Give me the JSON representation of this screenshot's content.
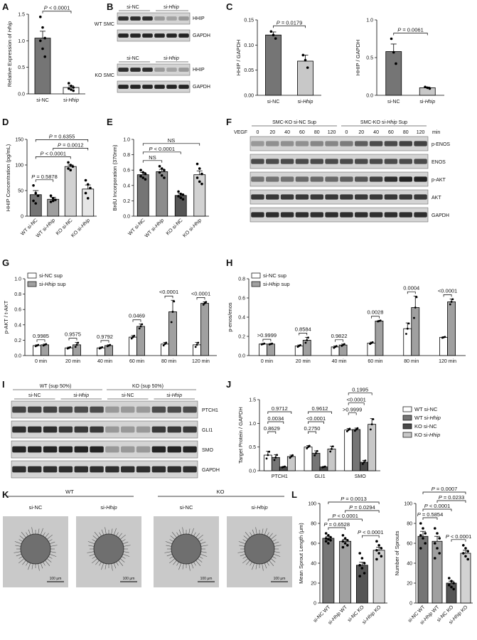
{
  "chart_data": [
    {
      "id": "A",
      "type": "bar",
      "panel": "A",
      "ylabel": "Relative Expression of Hhip",
      "ylim": [
        0,
        1.5
      ],
      "yticks": [
        0.0,
        0.5,
        1.0,
        1.5
      ],
      "categories": [
        "si-NC",
        "si-Hhip"
      ],
      "values": [
        1.05,
        0.12
      ],
      "errors": [
        0.13,
        0.03
      ],
      "points": [
        [
          1.45,
          1.25,
          1.05,
          1.0,
          0.85,
          0.7
        ],
        [
          0.2,
          0.15,
          0.12,
          0.1,
          0.08,
          0.06
        ]
      ],
      "pvalues": [
        {
          "a": 0,
          "b": 1,
          "text": "P < 0.0001"
        }
      ],
      "colors": [
        "#757575",
        "#ffffff"
      ]
    },
    {
      "id": "C1",
      "type": "bar",
      "panel": "C",
      "ylabel": "HHIP / GAPDH",
      "ylim": [
        0,
        0.15
      ],
      "yticks": [
        0.0,
        0.05,
        0.1,
        0.15
      ],
      "categories": [
        "si-NC",
        "si-Hhip"
      ],
      "values": [
        0.12,
        0.068
      ],
      "errors": [
        0.006,
        0.012
      ],
      "points": [
        [
          0.127,
          0.12,
          0.113
        ],
        [
          0.08,
          0.07,
          0.055
        ]
      ],
      "pvalues": [
        {
          "a": 0,
          "b": 1,
          "text": "P = 0.0179"
        }
      ],
      "colors": [
        "#757575",
        "#c8c8c8"
      ]
    },
    {
      "id": "C2",
      "type": "bar",
      "panel": "",
      "ylabel": "HHIP / GAPDH",
      "ylim": [
        0,
        1.0
      ],
      "yticks": [
        0.0,
        0.5,
        1.0
      ],
      "categories": [
        "si-NC",
        "si-Hhip"
      ],
      "values": [
        0.58,
        0.1
      ],
      "errors": [
        0.1,
        0.01
      ],
      "points": [
        [
          0.75,
          0.57,
          0.42
        ],
        [
          0.11,
          0.1,
          0.09
        ]
      ],
      "pvalues": [
        {
          "a": 0,
          "b": 1,
          "text": "P = 0.0061"
        }
      ],
      "colors": [
        "#757575",
        "#c8c8c8"
      ]
    },
    {
      "id": "D",
      "type": "bar",
      "panel": "D",
      "ylabel": "HHIP Concentration (pg/mL)",
      "ylim": [
        0,
        150
      ],
      "yticks": [
        0,
        50,
        100,
        150
      ],
      "categories": [
        "WT si-NC",
        "WT si-Hhip",
        "KO si-NC",
        "KO si-Hhip"
      ],
      "values": [
        42,
        33,
        97,
        53
      ],
      "errors": [
        8,
        4,
        3,
        8
      ],
      "points": [
        [
          60,
          45,
          40,
          30,
          25
        ],
        [
          40,
          35,
          32,
          28,
          30
        ],
        [
          105,
          100,
          97,
          93,
          90
        ],
        [
          70,
          62,
          55,
          45,
          35
        ]
      ],
      "pvalues": [
        {
          "a": 0,
          "b": 1,
          "text": "P = 0.5878"
        },
        {
          "a": 0,
          "b": 2,
          "text": "P < 0.0001"
        },
        {
          "a": 0,
          "b": 3,
          "text": "P = 0.6355"
        },
        {
          "a": 1,
          "b": 3,
          "text": "P = 0.0012"
        }
      ],
      "colors": [
        "#757575",
        "#9e9e9e",
        "#d2d2d2",
        "#e6e6e6"
      ]
    },
    {
      "id": "E",
      "type": "bar",
      "panel": "E",
      "ylabel": "BrdU Incorporation (370nm)",
      "ylim": [
        0,
        1.0
      ],
      "yticks": [
        0.0,
        0.2,
        0.4,
        0.6,
        0.8,
        1.0
      ],
      "categories": [
        "WT si-NC",
        "WT si-Hhip",
        "KO si-NC",
        "KO si-Hhip"
      ],
      "values": [
        0.54,
        0.58,
        0.27,
        0.54
      ],
      "errors": [
        0.03,
        0.03,
        0.02,
        0.05
      ],
      "points": [
        [
          0.6,
          0.57,
          0.55,
          0.52,
          0.5,
          0.48
        ],
        [
          0.65,
          0.62,
          0.6,
          0.57,
          0.53,
          0.5
        ],
        [
          0.32,
          0.29,
          0.28,
          0.26,
          0.24,
          0.22
        ],
        [
          0.68,
          0.62,
          0.55,
          0.5,
          0.45,
          0.42
        ]
      ],
      "pvalues": [
        {
          "a": 0,
          "b": 1,
          "text": "NS"
        },
        {
          "a": 0,
          "b": 2,
          "text": "P < 0.0001"
        },
        {
          "a": 0,
          "b": 3,
          "text": "NS"
        }
      ],
      "colors": [
        "#757575",
        "#8c8c8c",
        "#555555",
        "#d2d2d2"
      ]
    },
    {
      "id": "G",
      "type": "grouped_bar",
      "panel": "G",
      "ylabel": "p-AKT / t-AKT",
      "ylim": [
        0,
        1.0
      ],
      "yticks": [
        0.0,
        0.2,
        0.4,
        0.6,
        0.8,
        1.0
      ],
      "categories": [
        "0 min",
        "20 min",
        "40 min",
        "60 min",
        "80 min",
        "120 min"
      ],
      "series": [
        {
          "name": "si-NC sup",
          "values": [
            0.13,
            0.1,
            0.1,
            0.24,
            0.15,
            0.14
          ],
          "errors": [
            0.01,
            0.01,
            0.01,
            0.02,
            0.02,
            0.03
          ],
          "color": "#ffffff"
        },
        {
          "name": "si-Hhip sup",
          "values": [
            0.14,
            0.14,
            0.13,
            0.38,
            0.57,
            0.68
          ],
          "errors": [
            0.01,
            0.03,
            0.01,
            0.03,
            0.15,
            0.02
          ],
          "color": "#a0a0a0"
        }
      ],
      "pvalues": [
        "0.9985",
        "0.9575",
        "0.9792",
        "0.0469",
        "<0.0001",
        "<0.0001"
      ]
    },
    {
      "id": "H",
      "type": "grouped_bar",
      "panel": "H",
      "ylabel": "p-enos/enos",
      "ylim": [
        0,
        0.8
      ],
      "yticks": [
        0.0,
        0.2,
        0.4,
        0.6,
        0.8
      ],
      "categories": [
        "0 min",
        "20 min",
        "40 min",
        "60 min",
        "80 min",
        "120 min"
      ],
      "series": [
        {
          "name": "si-NC sup",
          "values": [
            0.12,
            0.1,
            0.09,
            0.13,
            0.28,
            0.19
          ],
          "errors": [
            0.005,
            0.01,
            0.01,
            0.01,
            0.06,
            0.005
          ],
          "color": "#ffffff"
        },
        {
          "name": "si-Hhip sup",
          "values": [
            0.12,
            0.16,
            0.11,
            0.36,
            0.5,
            0.56
          ],
          "errors": [
            0.005,
            0.03,
            0.01,
            0.005,
            0.12,
            0.03
          ],
          "color": "#a0a0a0"
        }
      ],
      "pvalues": [
        ">0.9999",
        "0.8584",
        "0.9822",
        "0.0028",
        "0.0004",
        "<0.0001"
      ]
    },
    {
      "id": "J",
      "type": "grouped_bar",
      "panel": "J",
      "ylabel": "Target Protein / GAPDH",
      "ylim": [
        0,
        1.5
      ],
      "yticks": [
        0.0,
        0.5,
        1.0,
        1.5
      ],
      "categories": [
        "PTCH1",
        "GLI1",
        "SMO"
      ],
      "series": [
        {
          "name": "WT si-NC",
          "values": [
            0.33,
            0.5,
            0.86
          ],
          "errors": [
            0.08,
            0.03,
            0.03
          ],
          "color": "#ffffff"
        },
        {
          "name": "WT si-Hhip",
          "values": [
            0.28,
            0.37,
            0.87
          ],
          "errors": [
            0.06,
            0.05,
            0.03
          ],
          "color": "#757575"
        },
        {
          "name": "KO si-NC",
          "values": [
            0.08,
            0.08,
            0.18
          ],
          "errors": [
            0.01,
            0.01,
            0.04
          ],
          "color": "#4a4a4a"
        },
        {
          "name": "KO si-Hhip",
          "values": [
            0.3,
            0.46,
            0.98
          ],
          "errors": [
            0.03,
            0.06,
            0.12
          ],
          "color": "#c8c8c8"
        }
      ],
      "pvalues": [
        [
          "0.8629",
          "0.0034",
          "0.9712"
        ],
        [
          "0.2750",
          "<0.0001",
          "0.9612"
        ],
        [
          ">0.9999",
          "<0.0001",
          "0.1995"
        ]
      ]
    },
    {
      "id": "L1",
      "type": "bar",
      "panel": "L",
      "ylabel": "Mean Sprout Length (μm)",
      "ylim": [
        0,
        100
      ],
      "yticks": [
        0,
        20,
        40,
        60,
        80,
        100
      ],
      "categories": [
        "si-NC WT",
        "si-Hhip WT",
        "si-NC KO",
        "si-Hhip KO"
      ],
      "values": [
        65,
        62,
        38,
        53
      ],
      "errors": [
        2,
        2,
        3,
        3
      ],
      "points": [
        [
          70,
          68,
          66,
          65,
          64,
          63,
          62,
          60
        ],
        [
          68,
          65,
          63,
          62,
          60,
          58,
          56
        ],
        [
          50,
          45,
          40,
          38,
          35,
          30,
          27
        ],
        [
          62,
          58,
          55,
          53,
          50,
          47,
          44
        ]
      ],
      "pvalues": [
        {
          "a": 0,
          "b": 1,
          "text": "P = 0.6528"
        },
        {
          "a": 0,
          "b": 2,
          "text": "P < 0.0001"
        },
        {
          "a": 2,
          "b": 3,
          "text": "P < 0.0001"
        },
        {
          "a": 1,
          "b": 3,
          "text": "P = 0.0294"
        },
        {
          "a": 0,
          "b": 3,
          "text": "P = 0.0013"
        }
      ],
      "colors": [
        "#757575",
        "#a0a0a0",
        "#555555",
        "#d2d2d2"
      ]
    },
    {
      "id": "L2",
      "type": "bar",
      "panel": "",
      "ylabel": "Number of Sprouts",
      "ylim": [
        0,
        100
      ],
      "yticks": [
        0,
        20,
        40,
        60,
        80,
        100
      ],
      "categories": [
        "si-NC WT",
        "si-Hhip WT",
        "si-NC KO",
        "si-Hhip KO"
      ],
      "values": [
        67,
        62,
        20,
        50
      ],
      "errors": [
        5,
        5,
        2,
        3
      ],
      "points": [
        [
          80,
          75,
          70,
          68,
          65,
          60,
          55
        ],
        [
          75,
          70,
          65,
          60,
          55,
          50,
          45
        ],
        [
          25,
          22,
          20,
          18,
          16,
          14
        ],
        [
          58,
          55,
          52,
          50,
          47,
          44
        ]
      ],
      "pvalues": [
        {
          "a": 0,
          "b": 1,
          "text": "P = 0.5854"
        },
        {
          "a": 0,
          "b": 2,
          "text": "P < 0.0001"
        },
        {
          "a": 2,
          "b": 3,
          "text": "P < 0.0001"
        },
        {
          "a": 1,
          "b": 3,
          "text": "P = 0.0233"
        },
        {
          "a": 0,
          "b": 3,
          "text": "P = 0.0007"
        }
      ],
      "colors": [
        "#757575",
        "#a0a0a0",
        "#555555",
        "#d2d2d2"
      ]
    }
  ],
  "blots": {
    "B": {
      "panel": "B",
      "rows": [
        {
          "cond": [
            "si-NC",
            "si-Hhip"
          ],
          "side": "WT SMC",
          "bands": [
            "HHIP",
            "GAPDH"
          ]
        },
        {
          "cond": [
            "si-NC",
            "si-Hhip"
          ],
          "side": "KO SMC",
          "bands": [
            "HHIP",
            "GAPDH"
          ]
        }
      ]
    },
    "F": {
      "panel": "F",
      "header": [
        "SMC-KO si-NC Sup",
        "SMC-KO si-Hhip Sup"
      ],
      "vegf": "VEGF",
      "times": [
        "0",
        "20",
        "40",
        "60",
        "80",
        "120",
        "0",
        "20",
        "40",
        "60",
        "80",
        "120"
      ],
      "unit": "min",
      "bands": [
        "p-ENOS",
        "ENOS",
        "p-AKT",
        "AKT",
        "GAPDH"
      ]
    },
    "I": {
      "panel": "I",
      "header": [
        "WT (sup 50%)",
        "KO (sup 50%)"
      ],
      "cond": [
        "si-NC",
        "si-Hhip",
        "si-NC",
        "si-Hhip"
      ],
      "bands": [
        "PTCH1",
        "GLI1",
        "SMO",
        "GAPDH"
      ]
    }
  },
  "spheroids": {
    "panel": "K",
    "groups": [
      "WT",
      "KO"
    ],
    "labels": [
      "si-NC",
      "si-Hhip",
      "si-NC",
      "si-Hhip"
    ],
    "scale": "100 μm"
  }
}
